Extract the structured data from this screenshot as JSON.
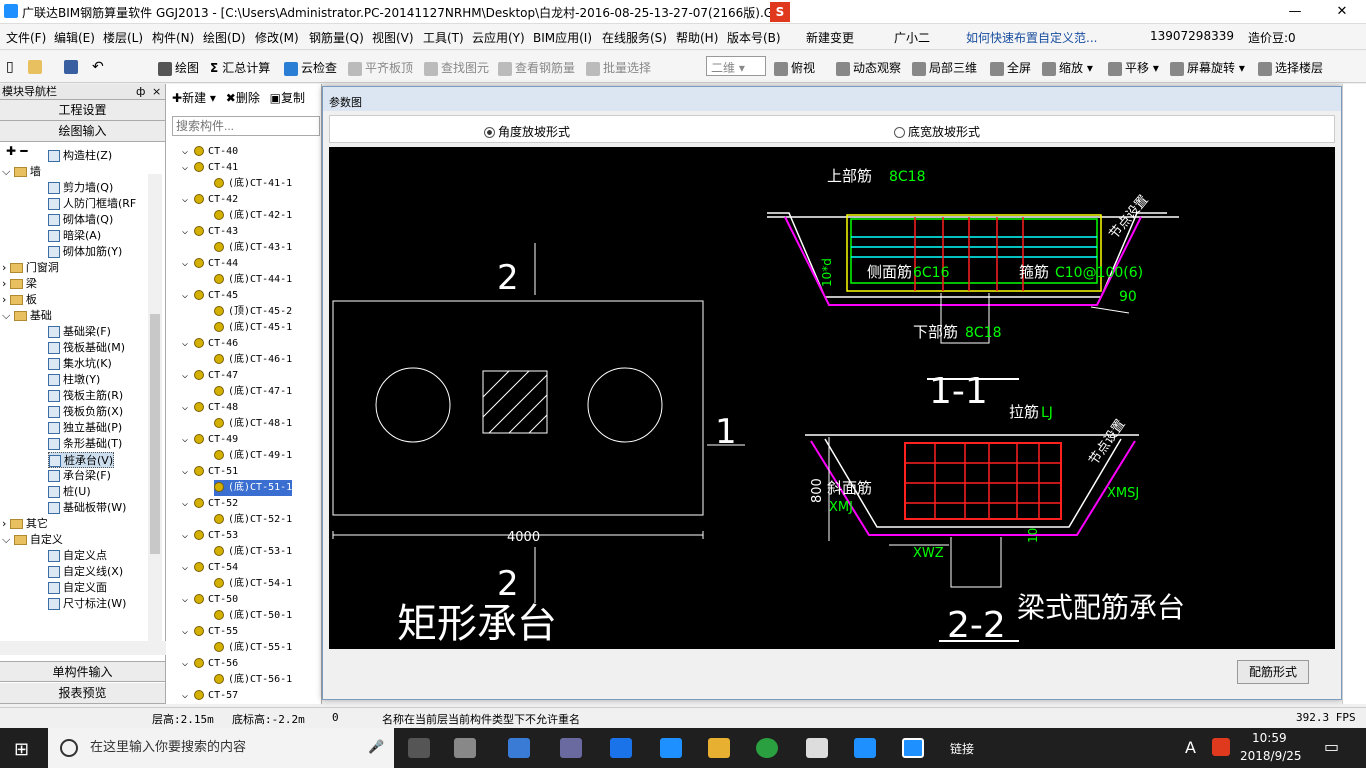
{
  "title": "广联达BIM钢筋算量软件 GGJ2013 - [C:\\Users\\Administrator.PC-20141127NRHM\\Desktop\\白龙村-2016-08-25-13-27-07(2166版).GGJ12]",
  "menu": [
    "文件(F)",
    "编辑(E)",
    "楼层(L)",
    "构件(N)",
    "绘图(D)",
    "修改(M)",
    "钢筋量(Q)",
    "视图(V)",
    "工具(T)",
    "云应用(Y)",
    "BIM应用(I)",
    "在线服务(S)",
    "帮助(H)",
    "版本号(B)",
    "新建变更",
    "广小二",
    "如何快速布置自定义范...",
    "13907298339",
    "造价豆:0"
  ],
  "toolbar": {
    "draw": "绘图",
    "sum": "汇总计算",
    "cloud_check": "云检查",
    "flush_top": "平齐板顶",
    "find_elem": "查找图元",
    "view_rebar": "查看钢筋量",
    "batch_select": "批量选择",
    "view_mode": "二维",
    "top_view": "俯视",
    "dyn_view": "动态观察",
    "local_3d": "局部三维",
    "full_screen": "全屏",
    "zoom": "缩放",
    "pan": "平移",
    "screen_rotate": "屏幕旋转",
    "select_floor": "选择楼层"
  },
  "nav": {
    "header": "模块导航栏",
    "pin": "ф",
    "close": "×",
    "btn_project": "工程设置",
    "btn_draw": "绘图输入",
    "btn_single": "单构件输入",
    "btn_report": "报表预览",
    "tree": [
      {
        "label": "构造柱(Z)",
        "level": 2,
        "kind": "comp"
      },
      {
        "label": "墙",
        "level": 1,
        "kind": "folder",
        "open": true
      },
      {
        "label": "剪力墙(Q)",
        "level": 2,
        "kind": "comp"
      },
      {
        "label": "人防门框墙(RF",
        "level": 2,
        "kind": "comp"
      },
      {
        "label": "砌体墙(Q)",
        "level": 2,
        "kind": "comp"
      },
      {
        "label": "暗梁(A)",
        "level": 2,
        "kind": "comp"
      },
      {
        "label": "砌体加筋(Y)",
        "level": 2,
        "kind": "comp"
      },
      {
        "label": "门窗洞",
        "level": 1,
        "kind": "folder",
        "open": false
      },
      {
        "label": "梁",
        "level": 1,
        "kind": "folder",
        "open": false
      },
      {
        "label": "板",
        "level": 1,
        "kind": "folder",
        "open": false
      },
      {
        "label": "基础",
        "level": 1,
        "kind": "folder",
        "open": true
      },
      {
        "label": "基础梁(F)",
        "level": 2,
        "kind": "comp"
      },
      {
        "label": "筏板基础(M)",
        "level": 2,
        "kind": "comp"
      },
      {
        "label": "集水坑(K)",
        "level": 2,
        "kind": "comp"
      },
      {
        "label": "柱墩(Y)",
        "level": 2,
        "kind": "comp"
      },
      {
        "label": "筏板主筋(R)",
        "level": 2,
        "kind": "comp"
      },
      {
        "label": "筏板负筋(X)",
        "level": 2,
        "kind": "comp"
      },
      {
        "label": "独立基础(P)",
        "level": 2,
        "kind": "comp"
      },
      {
        "label": "条形基础(T)",
        "level": 2,
        "kind": "comp"
      },
      {
        "label": "桩承台(V)",
        "level": 2,
        "kind": "comp",
        "selected": true
      },
      {
        "label": "承台梁(F)",
        "level": 2,
        "kind": "comp"
      },
      {
        "label": "桩(U)",
        "level": 2,
        "kind": "comp"
      },
      {
        "label": "基础板带(W)",
        "level": 2,
        "kind": "comp"
      },
      {
        "label": "其它",
        "level": 1,
        "kind": "folder",
        "open": false
      },
      {
        "label": "自定义",
        "level": 1,
        "kind": "folder",
        "open": true
      },
      {
        "label": "自定义点",
        "level": 2,
        "kind": "comp"
      },
      {
        "label": "自定义线(X)",
        "level": 2,
        "kind": "comp"
      },
      {
        "label": "自定义面",
        "level": 2,
        "kind": "comp"
      },
      {
        "label": "尺寸标注(W)",
        "level": 2,
        "kind": "comp"
      }
    ]
  },
  "complist": {
    "new": "新建",
    "delete": "删除",
    "copy": "复制",
    "search_placeholder": "搜索构件...",
    "items": [
      {
        "label": "CT-40",
        "level": 1
      },
      {
        "label": "CT-41",
        "level": 1
      },
      {
        "label": "(底)CT-41-1",
        "level": 2
      },
      {
        "label": "CT-42",
        "level": 1
      },
      {
        "label": "(底)CT-42-1",
        "level": 2
      },
      {
        "label": "CT-43",
        "level": 1
      },
      {
        "label": "(底)CT-43-1",
        "level": 2
      },
      {
        "label": "CT-44",
        "level": 1
      },
      {
        "label": "(底)CT-44-1",
        "level": 2
      },
      {
        "label": "CT-45",
        "level": 1
      },
      {
        "label": "(顶)CT-45-2",
        "level": 2
      },
      {
        "label": "(底)CT-45-1",
        "level": 2
      },
      {
        "label": "CT-46",
        "level": 1
      },
      {
        "label": "(底)CT-46-1",
        "level": 2
      },
      {
        "label": "CT-47",
        "level": 1
      },
      {
        "label": "(底)CT-47-1",
        "level": 2
      },
      {
        "label": "CT-48",
        "level": 1
      },
      {
        "label": "(底)CT-48-1",
        "level": 2
      },
      {
        "label": "CT-49",
        "level": 1
      },
      {
        "label": "(底)CT-49-1",
        "level": 2
      },
      {
        "label": "CT-51",
        "level": 1
      },
      {
        "label": "(底)CT-51-1",
        "level": 2,
        "selected": true
      },
      {
        "label": "CT-52",
        "level": 1
      },
      {
        "label": "(底)CT-52-1",
        "level": 2
      },
      {
        "label": "CT-53",
        "level": 1
      },
      {
        "label": "(底)CT-53-1",
        "level": 2
      },
      {
        "label": "CT-54",
        "level": 1
      },
      {
        "label": "(底)CT-54-1",
        "level": 2
      },
      {
        "label": "CT-50",
        "level": 1
      },
      {
        "label": "(底)CT-50-1",
        "level": 2
      },
      {
        "label": "CT-55",
        "level": 1
      },
      {
        "label": "(底)CT-55-1",
        "level": 2
      },
      {
        "label": "CT-56",
        "level": 1
      },
      {
        "label": "(底)CT-56-1",
        "level": 2
      },
      {
        "label": "CT-57",
        "level": 1
      }
    ]
  },
  "dialog": {
    "title": "参数图",
    "radio_angle": "角度放坡形式",
    "radio_width": "底宽放坡形式",
    "button": "配筋形式",
    "drawing": {
      "rect_title": "矩形承台",
      "beam_title": "梁式配筋承台",
      "label_2_top": "2",
      "label_2_bot": "2",
      "label_1": "1",
      "dim_4000": "4000",
      "top_rebar": "上部筋",
      "top_rebar_val": "8C18",
      "node_set": "节点设置",
      "side_rebar": "侧面筋",
      "side_rebar_val": "6C16",
      "stirrup": "箍筋",
      "stirrup_val": "C10@100(6)",
      "bottom_rebar": "下部筋",
      "bottom_rebar_val": "8C18",
      "anchor": "10*d",
      "angle_90": "90",
      "section_11": "1-1",
      "tie_rebar": "拉筋",
      "tie_rebar_val": "LJ",
      "height_800": "800",
      "slope_rebar": "斜面筋",
      "xmj": "XMJ",
      "xmsj": "XMSJ",
      "xwz": "XWZ",
      "dim_10": "10",
      "section_22": "2-2"
    }
  },
  "status": {
    "floor_height": "层高:2.15m",
    "bottom_height": "底标高:-2.2m",
    "zero": "0",
    "message": "名称在当前层当前构件类型下不允许重名",
    "fps": "392.3 FPS"
  },
  "taskbar": {
    "search_placeholder": "在这里输入你要搜索的内容",
    "link": "链接",
    "ime": "A",
    "time": "10:59",
    "date": "2018/9/25"
  },
  "colors": {
    "magenta": "#ff00ff",
    "green": "#00ff00",
    "yellow": "#ffff00",
    "red": "#ff2020",
    "cyan": "#00ffff"
  }
}
